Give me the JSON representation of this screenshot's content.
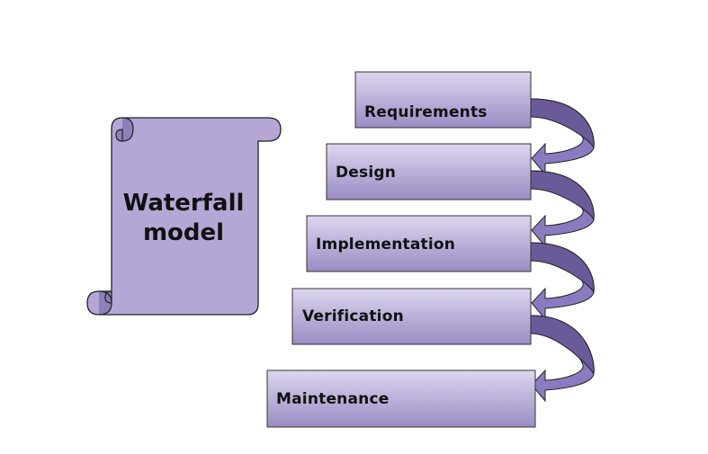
{
  "title": {
    "line1": "Waterfall",
    "line2": "model"
  },
  "stages": [
    {
      "label": "Requirements"
    },
    {
      "label": "Design"
    },
    {
      "label": "Implementation"
    },
    {
      "label": "Verification"
    },
    {
      "label": "Maintenance"
    }
  ],
  "colors": {
    "scroll_fill": "#b4a7d6",
    "scroll_dark": "#8e7fb8",
    "box_top": "#ddd6ee",
    "box_bottom": "#9a8cc4",
    "arrow_fill": "#8a7bc0",
    "arrow_dark": "#6a5a9a"
  }
}
